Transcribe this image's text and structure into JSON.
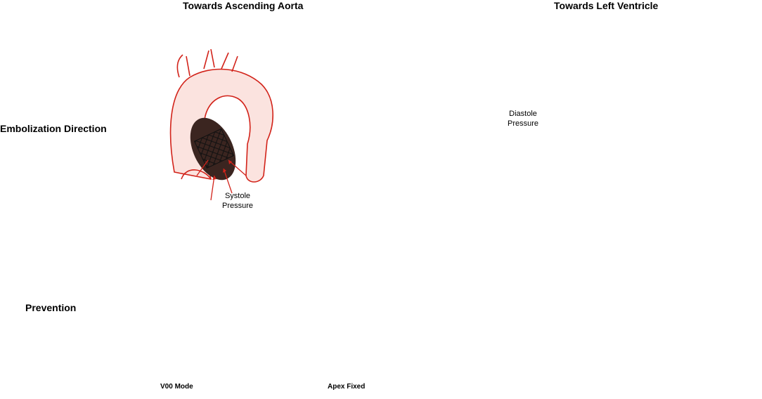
{
  "headers": {
    "left": "Towards Ascending Aorta",
    "right": "Towards Left Ventricle"
  },
  "rows": {
    "embolization": "Embolization Direction",
    "prevention": "Prevention"
  },
  "annotations": {
    "systole_line1": "Systole",
    "systole_line2": "Pressure",
    "diastole_line1": "Diastole",
    "diastole_line2": "Pressure"
  },
  "captions": {
    "voo_mode": "V00 Mode",
    "apex_fixed": "Apex Fixed"
  },
  "colors": {
    "vessel_outline": "#d2231a",
    "vessel_fill": "#fbe3df",
    "device_body": "#3a3a4e",
    "lead_red": "#c0201a",
    "wire_purple": "#8b1a6b",
    "wire_brown": "#5a1f12",
    "annulus_yellow": "#e6e63a",
    "annulus_blue": "#2244aa",
    "leaflet_purple": "#8b1a7b"
  }
}
